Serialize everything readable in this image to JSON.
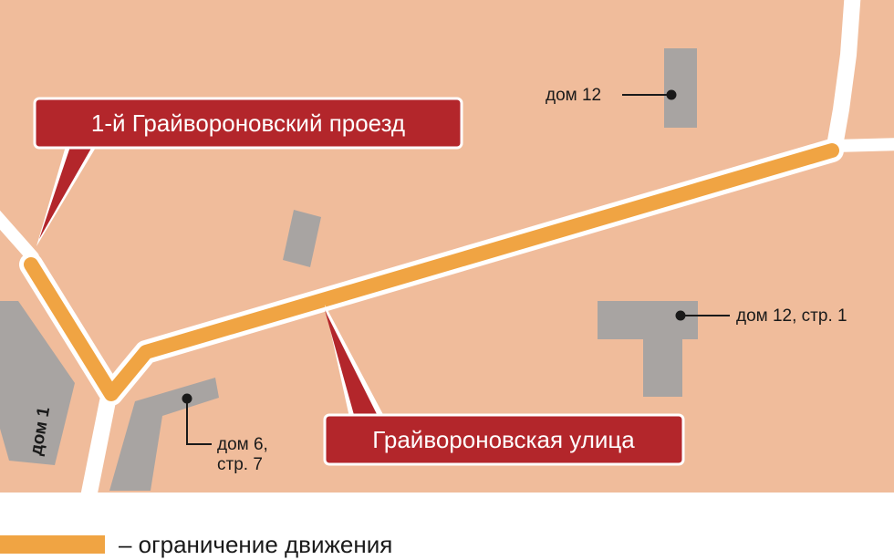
{
  "colors": {
    "ground": "#f0bc9b",
    "road": "#ffffff",
    "building": "#a8a4a2",
    "restriction": "#f0a443",
    "callout": "#b3262b",
    "text": "#1a1a1a",
    "legend_bg": "#ffffff"
  },
  "street_labels": {
    "proezd": "1-й Грайвороновский проезд",
    "ulitsa": "Грайвороновская улица"
  },
  "buildings": {
    "dom12": "дом 12",
    "dom12_str1": "дом 12, стр. 1",
    "dom6_line1": "дом 6,",
    "dom6_line2": "стр. 7",
    "dom1": "дом 1"
  },
  "legend": {
    "text": "– ограничение движения",
    "swatch_color": "#f0a443"
  }
}
